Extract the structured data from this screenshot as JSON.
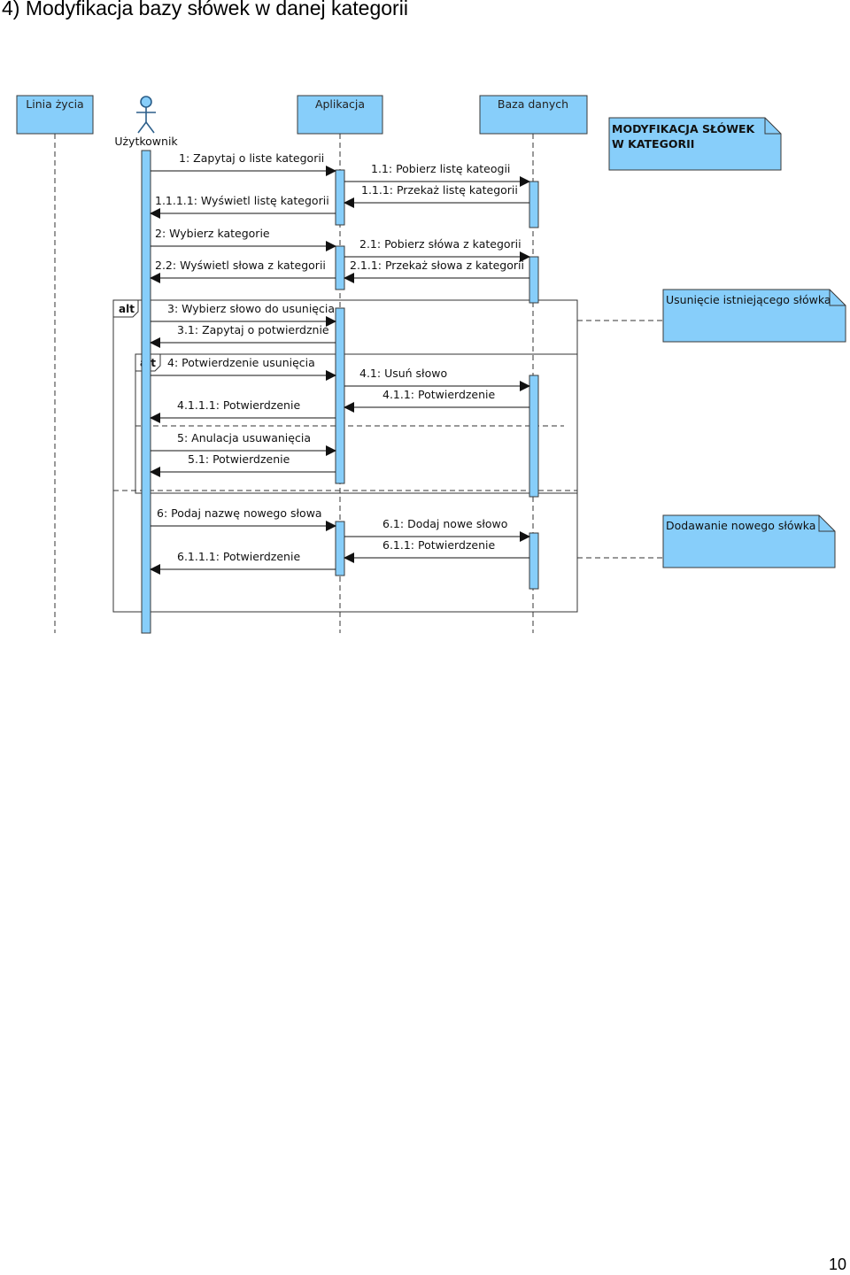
{
  "heading": "4) Modyfikacja bazy słówek w danej kategorii",
  "page_number": "10",
  "diagram": {
    "lifelines": {
      "timeline": "Linia życia",
      "actor": "Użytkownik",
      "app": "Aplikacja",
      "db": "Baza danych"
    },
    "messages": {
      "m1": "1: Zapytaj o liste kategorii",
      "m1_1": "1.1: Pobierz listę kateogii",
      "m1_1_1": "1.1.1: Przekaż listę kategorii",
      "m1_1_1_1": "1.1.1.1: Wyświetl listę kategorii",
      "m2": "2: Wybierz kategorie",
      "m2_1": "2.1: Pobierz słówa z kategorii",
      "m2_2": "2.2: Wyświetl słowa z kategorii",
      "m2_1_1": "2.1.1: Przekaż słowa z kategorii",
      "m3": "3: Wybierz słowo do usunięcia",
      "m3_1": "3.1: Zapytaj o potwierdznie",
      "m4": "4: Potwierdzenie usunięcia",
      "m4_1": "4.1: Usuń słowo",
      "m4_1_1": "4.1.1: Potwierdzenie",
      "m4_1_1_1": "4.1.1.1: Potwierdzenie",
      "m5": "5: Anulacja usuwanięcia",
      "m5_1": "5.1: Potwierdzenie",
      "m6": "6: Podaj nazwę nowego słowa",
      "m6_1": "6.1: Dodaj nowe słowo",
      "m6_1_1": "6.1.1: Potwierdzenie",
      "m6_1_1_1": "6.1.1.1: Potwierdzenie"
    },
    "fragments": {
      "outer_alt": "alt",
      "inner_alt": "alt"
    },
    "notes": {
      "title_line1": "MODYFIKACJA SŁÓWEK",
      "title_line2": "W KATEGORII",
      "delete": "Usunięcie istniejącego słówka",
      "add": "Dodawanie nowego słówka"
    },
    "colors": {
      "box_fill": "#87CEFA",
      "border": "#3a3a3a"
    }
  }
}
